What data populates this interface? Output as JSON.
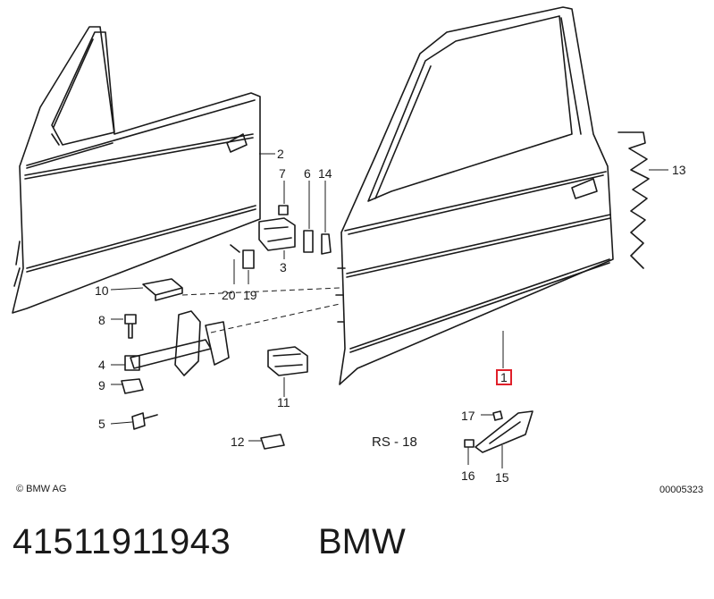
{
  "diagram": {
    "labels": {
      "l1": "1",
      "l2": "2",
      "l3": "3",
      "l4": "4",
      "l5": "5",
      "l6": "6",
      "l7": "7",
      "l8": "8",
      "l9": "9",
      "l10": "10",
      "l11": "11",
      "l12": "12",
      "l13": "13",
      "l14": "14",
      "l15": "15",
      "l16": "16",
      "l17": "17",
      "l19": "19",
      "l20": "20"
    },
    "highlight_color": "#e0202a",
    "group_label": "RS - 18",
    "copyright": "© BMW AG",
    "document_number": "00005323"
  },
  "footer": {
    "part_number": "41511911943",
    "brand": "BMW"
  }
}
